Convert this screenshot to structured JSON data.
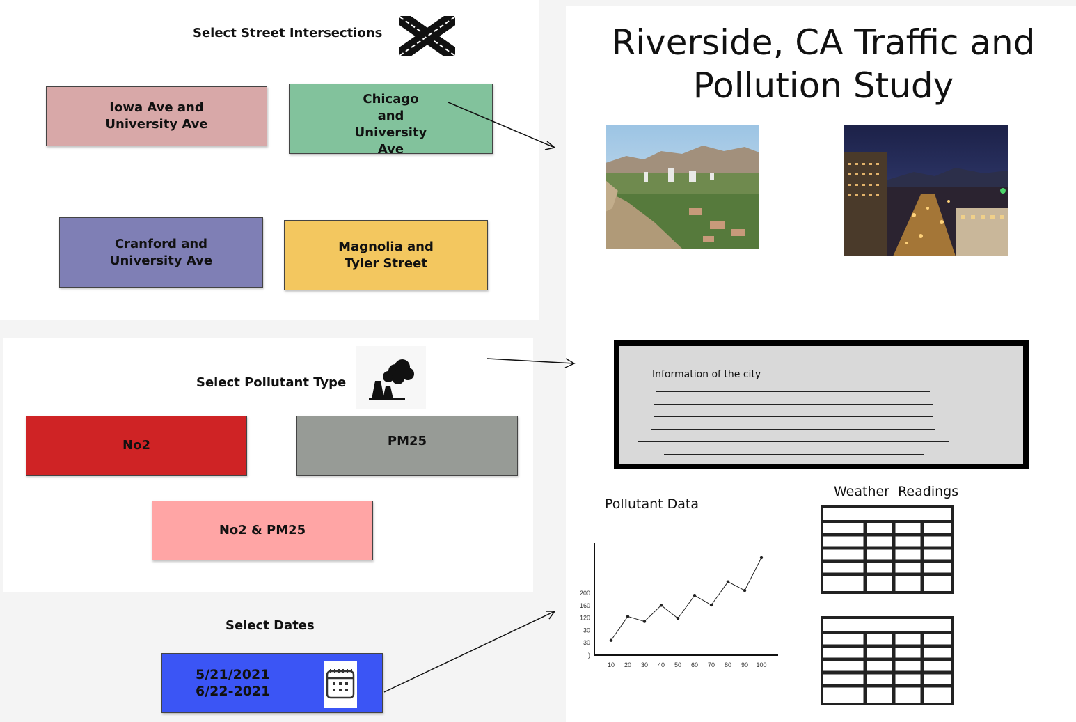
{
  "intersections": {
    "heading": "Select Street Intersections",
    "icon": "crossroads-icon",
    "options": [
      {
        "label": "Iowa Ave and University Ave",
        "color": "#d8a8a8"
      },
      {
        "label": "Chicago and University Ave",
        "color": "#82c29c"
      },
      {
        "label": "Cranford and University Ave",
        "color": "#7f7fb5"
      },
      {
        "label": "Magnolia and Tyler Street",
        "color": "#f3c75f"
      }
    ]
  },
  "pollutants": {
    "heading": "Select Pollutant Type",
    "icon": "factory-smoke-icon",
    "options": [
      {
        "label": "No2",
        "color": "#cf2325"
      },
      {
        "label": "PM25",
        "color": "#979b96"
      },
      {
        "label": "No2 & PM25",
        "color": "#ffa5a5"
      }
    ]
  },
  "dates": {
    "heading": "Select Dates",
    "start": "5/21/2021",
    "end": "6/22-2021",
    "icon": "calendar-icon",
    "color": "#3b55f5"
  },
  "main": {
    "title": "Riverside, CA Traffic and Pollution Study",
    "photos": [
      "riverside-day-photo",
      "riverside-night-photo"
    ],
    "info_label": "Information of the city",
    "pollutant_chart_title": "Pollutant Data",
    "weather_title": "Weather  Readings"
  },
  "chart_data": {
    "type": "line",
    "x": [
      10,
      20,
      30,
      40,
      50,
      60,
      70,
      80,
      90,
      100
    ],
    "series": [
      {
        "values": [
          48,
          125,
          109,
          161,
          119,
          193,
          162,
          237,
          209,
          315
        ]
      }
    ],
    "y_tick_labels": [
      ")",
      "30",
      "30",
      "120",
      "160",
      "200"
    ],
    "xlabel": "",
    "ylabel": "",
    "xlim": [
      0,
      110
    ],
    "ylim": [
      0,
      360
    ]
  }
}
